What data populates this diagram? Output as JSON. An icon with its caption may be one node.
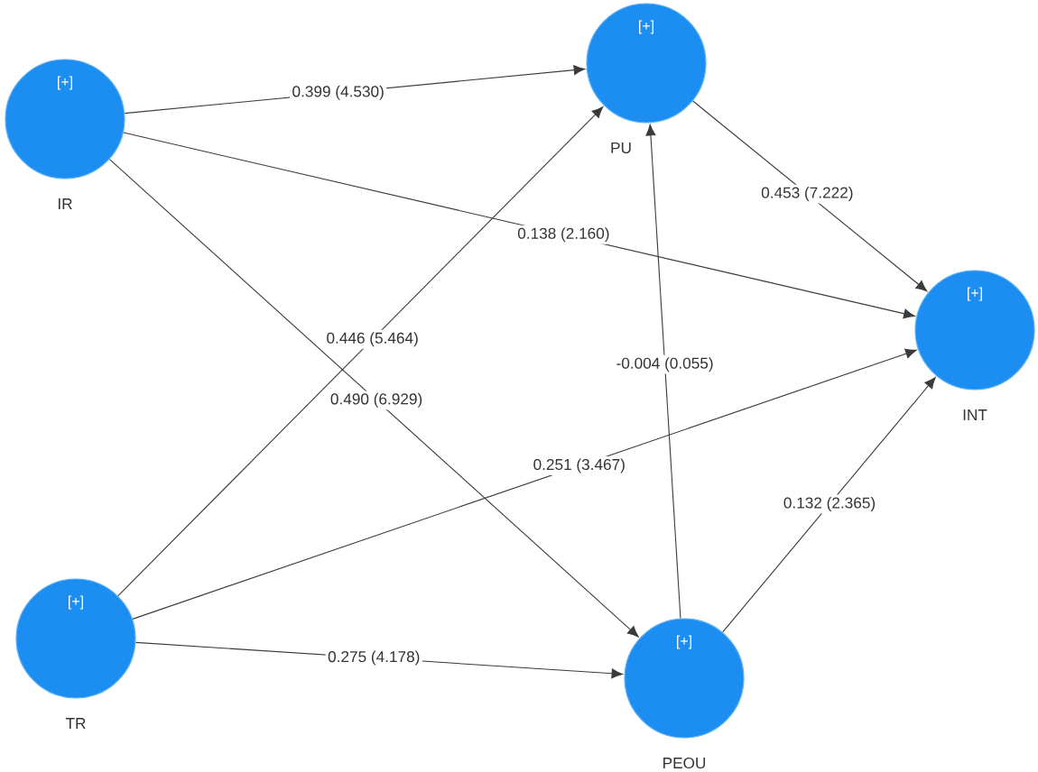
{
  "diagram": {
    "nodes": [
      {
        "text": [
          "[+]",
          "IR"
        ]
      },
      {
        "text": [
          "[+]",
          "PU"
        ]
      },
      {
        "text": [
          "[+]",
          "INT"
        ]
      },
      {
        "text": [
          "[+]",
          "TR"
        ]
      },
      {
        "text": [
          "[+]",
          "PEOU"
        ]
      }
    ],
    "edges": [
      {
        "from": 0,
        "to": 1,
        "arrow": "to",
        "label": "0.399 (4.530)"
      },
      {
        "from": 0,
        "to": 2,
        "arrow": "to",
        "label": "0.138 (2.160)"
      },
      {
        "from": 0,
        "to": 4,
        "arrow": "to",
        "label": "0.490 (6.929)"
      },
      {
        "from": 1,
        "to": 2,
        "arrow": "to",
        "label": "0.453 (7.222)"
      },
      {
        "from": 3,
        "to": 1,
        "arrow": "to",
        "label": "0.446 (5.464)"
      },
      {
        "from": 3,
        "to": 2,
        "arrow": "to",
        "label": "0.251 (3.467)"
      },
      {
        "from": 3,
        "to": 4,
        "arrow": "to",
        "label": "0.275 (4.178)"
      },
      {
        "from": 4,
        "to": 1,
        "arrow": "to",
        "label": "-0.004 (0.055)"
      },
      {
        "from": 4,
        "to": 2,
        "arrow": "to",
        "label": "0.132 (2.365)"
      }
    ]
  }
}
